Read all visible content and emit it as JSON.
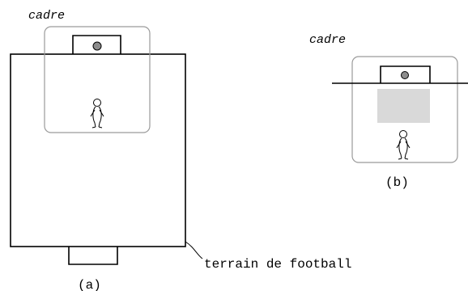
{
  "labels": {
    "frame_a": "cadre",
    "frame_b": "cadre",
    "field": "terrain de football",
    "caption_a": "(a)",
    "caption_b": "(b)"
  },
  "colors": {
    "stroke": "#000000",
    "frame_stroke": "#9a9a9a",
    "ball_fill": "#8c8c8c",
    "shaded_area": "#d9d9d9"
  },
  "icons": [
    "player-figure-icon",
    "ball-icon",
    "goal-icon"
  ]
}
